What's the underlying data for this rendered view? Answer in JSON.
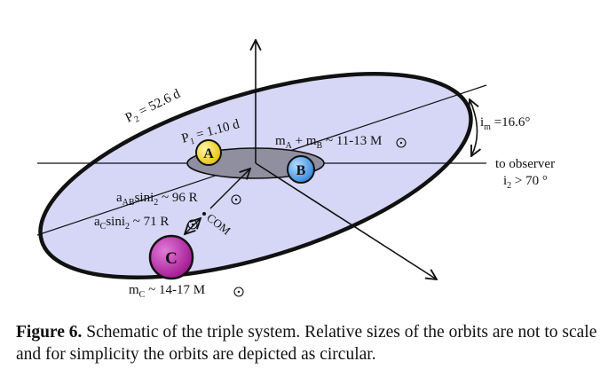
{
  "diagram": {
    "labels": {
      "p2_main": "P",
      "p2_sub": "2",
      "p2_rest": " = 52.6 d",
      "p1_main": "P",
      "p1_sub": "1",
      "p1_rest": " = 1.10 d",
      "mass_ab_m1": "m",
      "mass_ab_sub1": "A",
      "mass_ab_plus": " + m",
      "mass_ab_sub2": "B",
      "mass_ab_rest": " ~ 11-13 M",
      "im_main": "i",
      "im_sub": "m",
      "im_rest": " =16.6°",
      "to_observer": "to observer",
      "i2_main": "i",
      "i2_sub": "2",
      "i2_rest": " > 70 °",
      "aab_a": "a",
      "aab_sub": "AB",
      "aab_mid": "sini",
      "aab_sub2": "2",
      "aab_rest": " ~ 96 R",
      "ac_a": "a",
      "ac_sub": "C",
      "ac_mid": "sini",
      "ac_sub2": "2",
      "ac_rest": " ~ 71 R",
      "com": "COM",
      "mass_c_m": "m",
      "mass_c_sub": "C",
      "mass_c_rest": " ~ 14-17 M"
    },
    "stars": {
      "a": {
        "label": "A",
        "color": "#f2d200"
      },
      "b": {
        "label": "B",
        "color": "#3a97e6"
      },
      "c": {
        "label": "C",
        "color": "#b51ea8"
      }
    },
    "colors": {
      "outer_orbit_fill": "#d6d6f7",
      "inner_orbit_fill": "#8f8fa0",
      "line": "#111111"
    }
  },
  "caption": {
    "label": "Figure 6.",
    "text": " Schematic of the triple system. Relative sizes of the orbits are not to scale and for simplicity the orbits are depicted as circular."
  }
}
